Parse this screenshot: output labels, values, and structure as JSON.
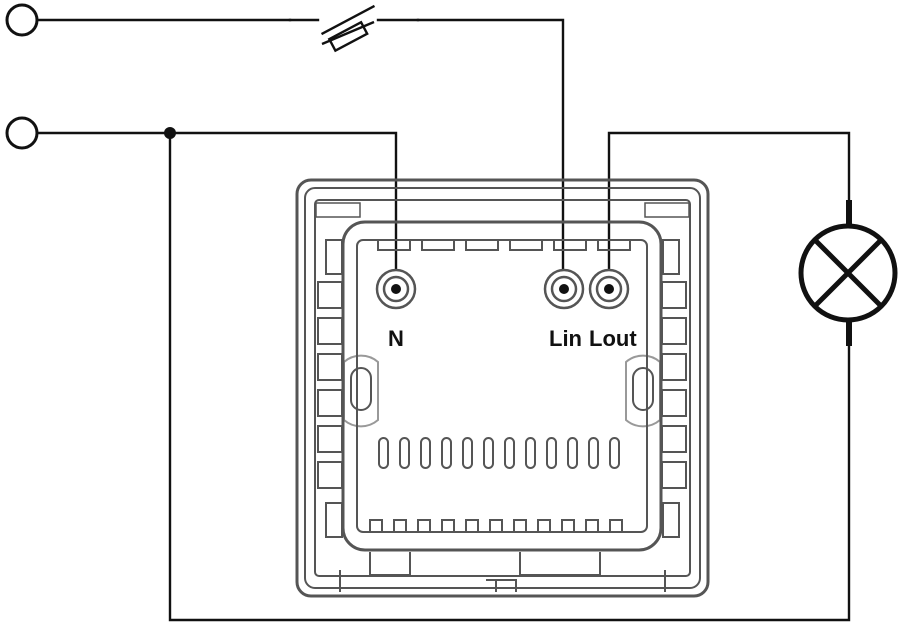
{
  "diagram": {
    "terminals": {
      "n_label": "N",
      "lin_label": "Lin",
      "lout_label": "Lout"
    },
    "components": [
      "supply-terminal-line",
      "supply-terminal-neutral",
      "fuse",
      "lamp",
      "switch-back-plate"
    ],
    "colors": {
      "line": "#111111",
      "outline": "#555555",
      "background": "#ffffff"
    }
  }
}
